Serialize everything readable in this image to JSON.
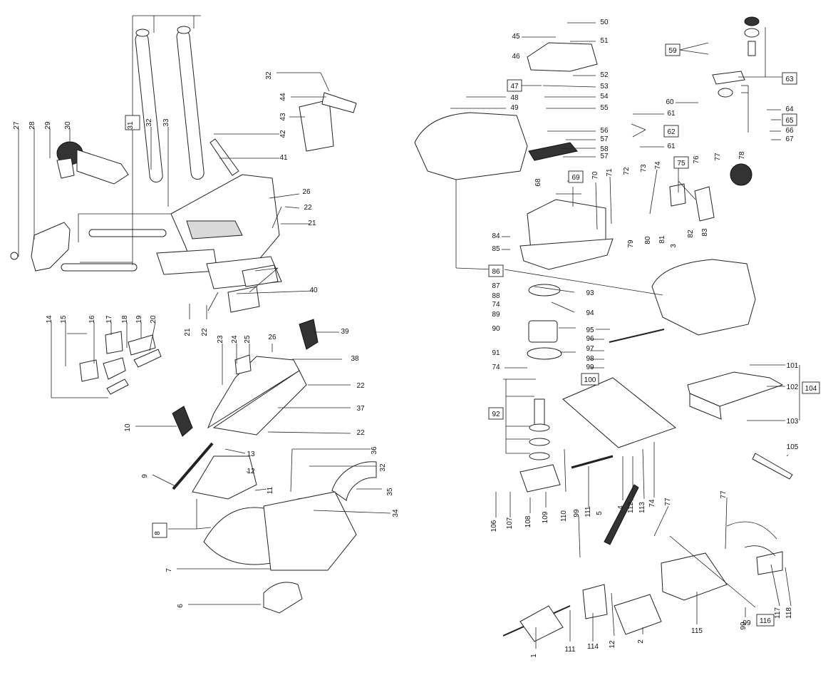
{
  "diagram": {
    "left_labels": [
      "27",
      "28",
      "29",
      "30",
      "31",
      "32",
      "33",
      "32",
      "44",
      "43",
      "42",
      "41",
      "26",
      "22",
      "21",
      "40",
      "21",
      "22",
      "14",
      "15",
      "16",
      "17",
      "18",
      "19",
      "20",
      "39",
      "23",
      "24",
      "25",
      "26",
      "38",
      "22",
      "37",
      "22",
      "10",
      "13",
      "12",
      "9",
      "36",
      "32",
      "35",
      "34",
      "11",
      "8",
      "7",
      "6"
    ],
    "right_labels": [
      "50",
      "45",
      "51",
      "46",
      "52",
      "47",
      "53",
      "54",
      "55",
      "48",
      "49",
      "56",
      "57",
      "58",
      "57",
      "59",
      "63",
      "64",
      "65",
      "66",
      "67",
      "60",
      "61",
      "62",
      "61",
      "69",
      "68",
      "70",
      "71",
      "72",
      "73",
      "74",
      "75",
      "76",
      "77",
      "78",
      "84",
      "85",
      "79",
      "80",
      "81",
      "82",
      "83",
      "3",
      "86",
      "87",
      "88",
      "74",
      "89",
      "93",
      "94",
      "90",
      "95",
      "96",
      "97",
      "98",
      "91",
      "74",
      "99",
      "100",
      "101",
      "102",
      "104",
      "92",
      "103",
      "105",
      "77",
      "106",
      "107",
      "108",
      "109",
      "110",
      "111",
      "4",
      "112",
      "113",
      "74",
      "5",
      "99",
      "77",
      "99",
      "1",
      "111",
      "114",
      "12",
      "2",
      "115",
      "116",
      "117",
      "118",
      "99"
    ],
    "boxed_labels": [
      "31",
      "8",
      "47",
      "59",
      "63",
      "65",
      "62",
      "69",
      "75",
      "86",
      "100",
      "92",
      "104",
      "116"
    ]
  }
}
